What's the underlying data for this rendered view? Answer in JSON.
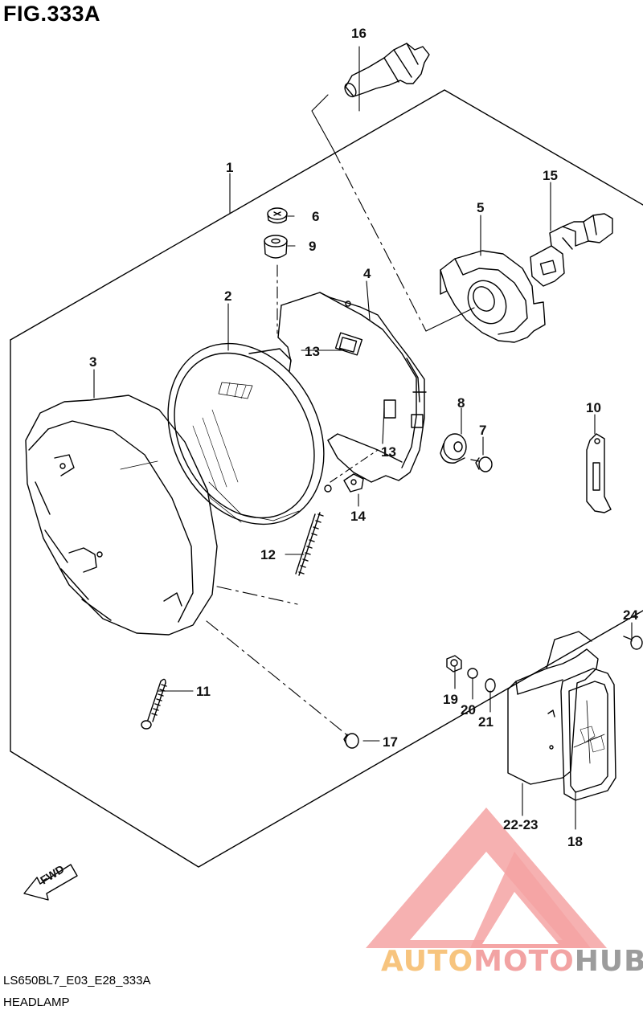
{
  "figure": {
    "title": "FIG.333A"
  },
  "footer": {
    "code": "LS650BL7_E03_E28_333A",
    "caption": "HEADLAMP"
  },
  "direction_label": "FWD",
  "watermark": {
    "part1": "AUTO",
    "part2": "MOTO",
    "part3": "HUB",
    "colors": [
      "#f7c47e",
      "#f2a3a3",
      "#9c9c9c"
    ]
  },
  "callouts": {
    "c1": "1",
    "c2": "2",
    "c3": "3",
    "c4": "4",
    "c5": "5",
    "c6": "6",
    "c7": "7",
    "c8": "8",
    "c9": "9",
    "c10": "10",
    "c11": "11",
    "c12": "12",
    "c13a": "13",
    "c13b": "13",
    "c14": "14",
    "c15": "15",
    "c16": "16",
    "c17": "17",
    "c18": "18",
    "c19": "19",
    "c20": "20",
    "c21": "21",
    "c22": "22-23",
    "c24": "24"
  }
}
